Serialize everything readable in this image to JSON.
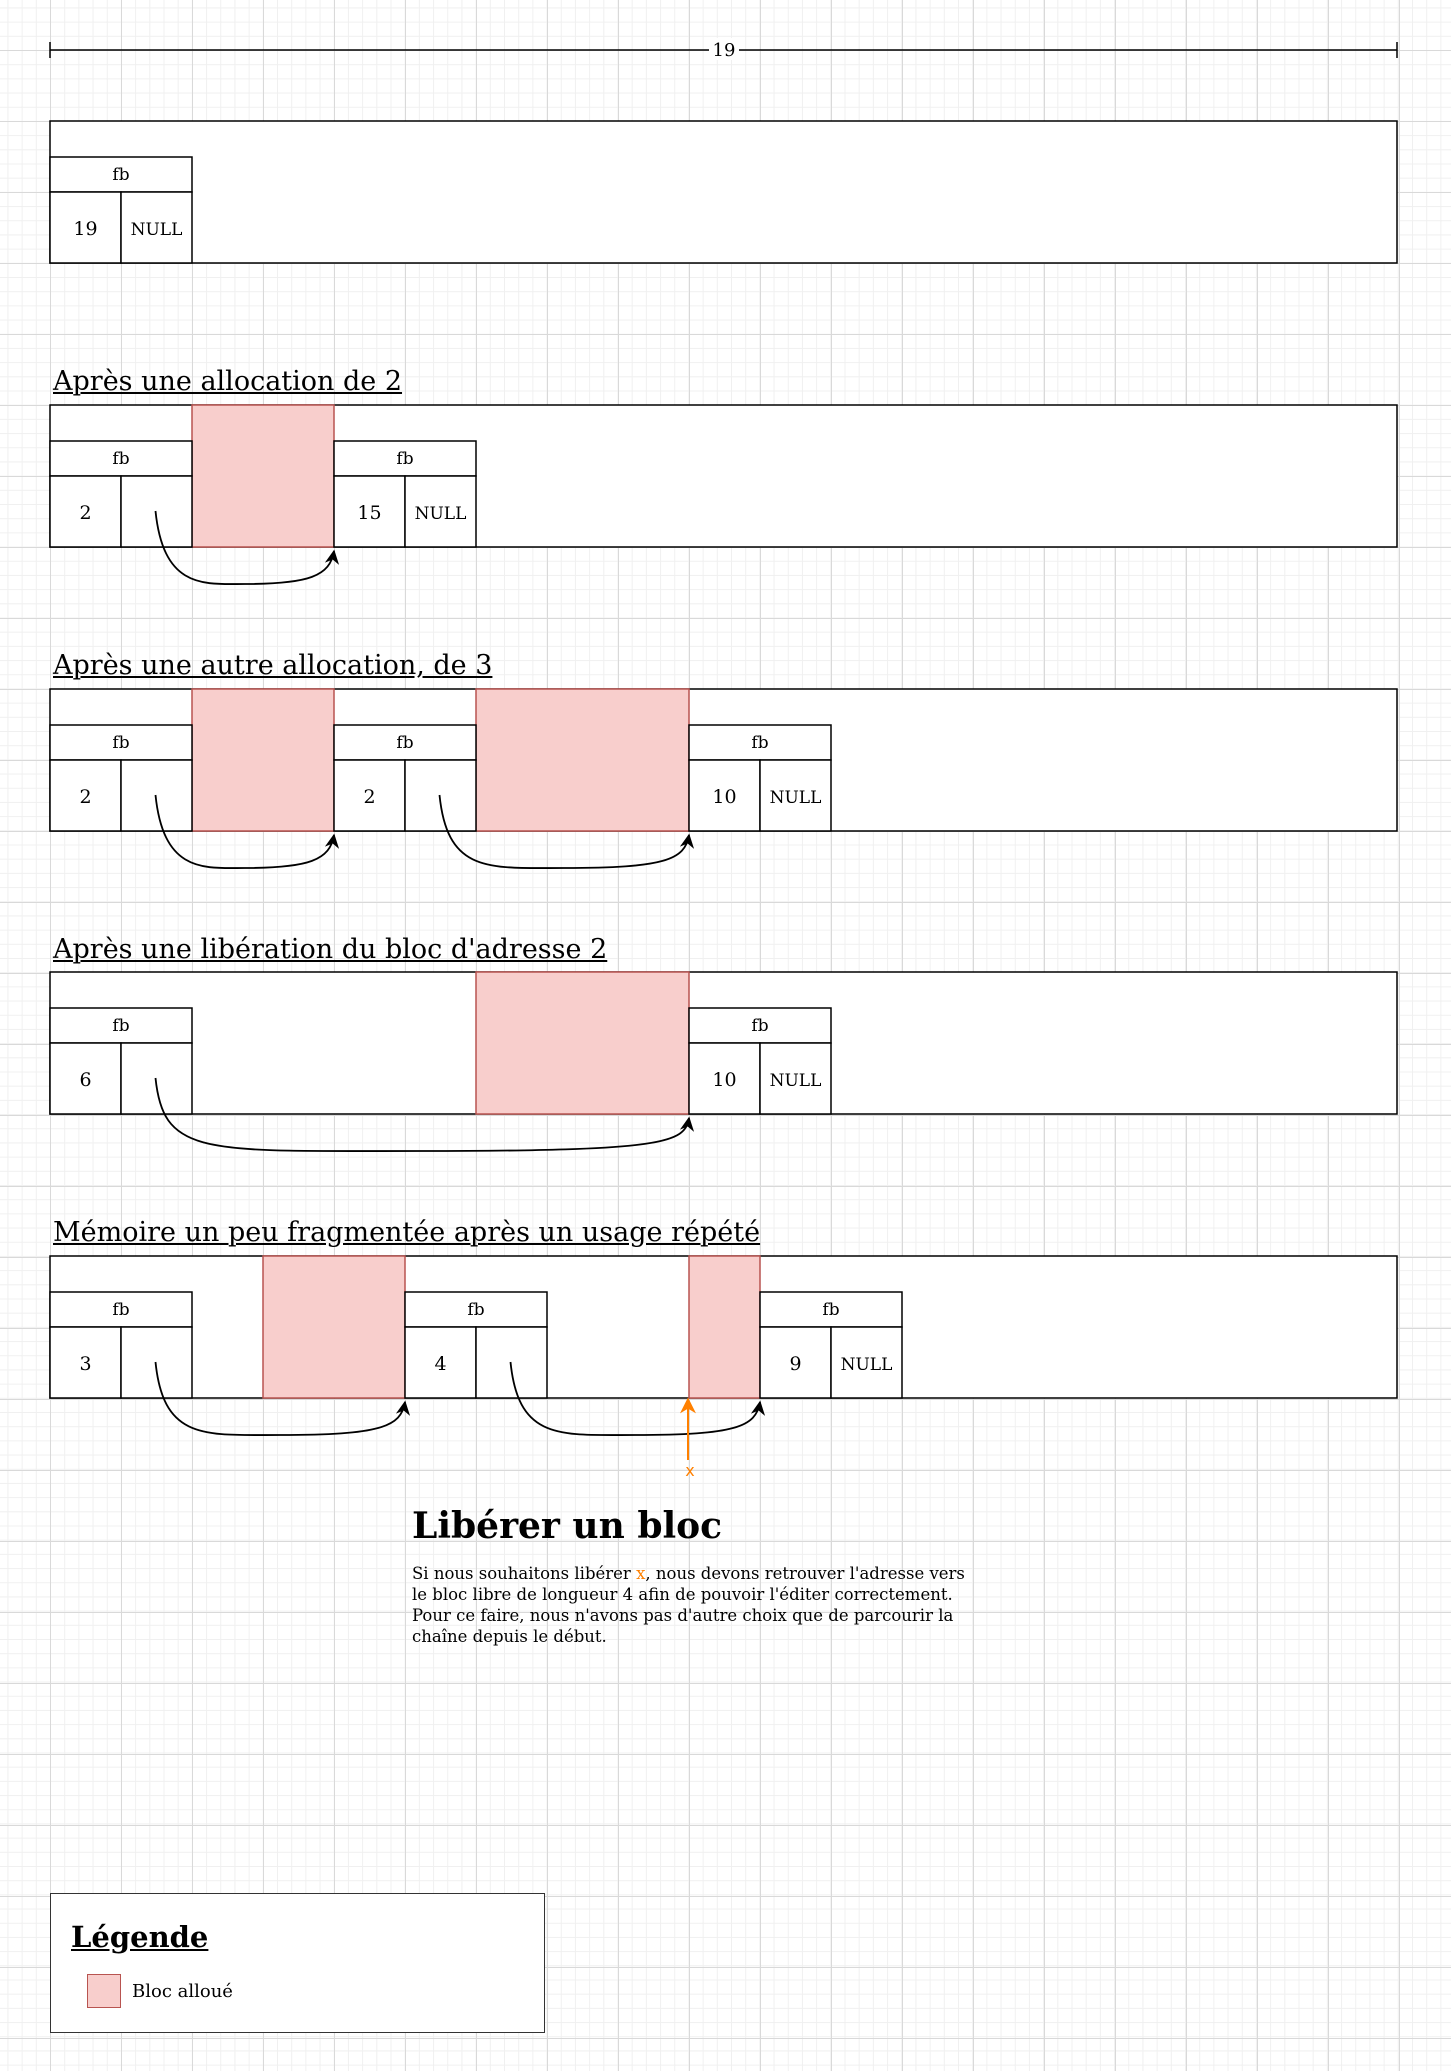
{
  "top_scale": {
    "label": "19"
  },
  "colors": {
    "allocated_fill": "#f8cecc",
    "allocated_stroke": "#b85450",
    "pointer_highlight": "#ff8000"
  },
  "field_label": "fb",
  "memory_rows": [
    {
      "title": "",
      "free_blocks": [
        {
          "size": "19",
          "next": "NULL"
        }
      ]
    },
    {
      "title": "Après une allocation de 2",
      "free_blocks": [
        {
          "size": "2",
          "next": ""
        },
        {
          "size": "15",
          "next": "NULL"
        }
      ]
    },
    {
      "title": "Après une autre allocation, de 3",
      "free_blocks": [
        {
          "size": "2",
          "next": ""
        },
        {
          "size": "2",
          "next": ""
        },
        {
          "size": "10",
          "next": "NULL"
        }
      ]
    },
    {
      "title": "Après une libération du bloc d'adresse 2",
      "free_blocks": [
        {
          "size": "6",
          "next": ""
        },
        {
          "size": "10",
          "next": "NULL"
        }
      ]
    },
    {
      "title": "Mémoire un peu fragmentée après un usage répété",
      "free_blocks": [
        {
          "size": "3",
          "next": ""
        },
        {
          "size": "4",
          "next": ""
        },
        {
          "size": "9",
          "next": "NULL"
        }
      ]
    }
  ],
  "pointer_x": {
    "label": "x"
  },
  "info": {
    "title": "Libérer un bloc",
    "text_before": "Si nous souhaitons libérer ",
    "text_highlight": "x",
    "text_after": ", nous devons retrouver l'adresse vers le bloc libre de longueur 4 afin de pouvoir l'éditer correctement. Pour ce faire, nous n'avons pas d'autre choix que de parcourir la chaîne depuis le début."
  },
  "legend": {
    "title": "Légende",
    "items": [
      {
        "label": "Bloc alloué"
      }
    ]
  }
}
